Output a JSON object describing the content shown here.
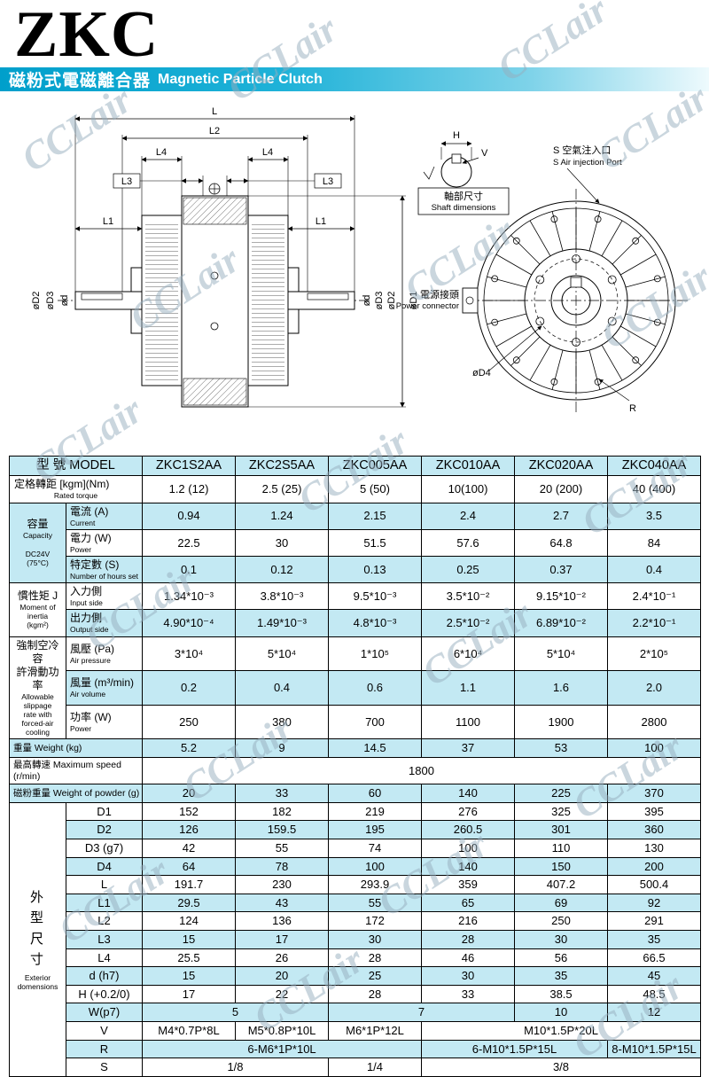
{
  "logo": "ZKC",
  "banner": {
    "zh": "磁粉式電磁離合器",
    "en": "Magnetic Particle Clutch"
  },
  "watermark": "CCLair",
  "drawing": {
    "labels": {
      "L": "L",
      "L2": "L2",
      "L4": "L4",
      "L3": "L3",
      "L1": "L1",
      "oD2": "øD2",
      "oD3": "øD3",
      "od": "ød",
      "oD1": "øD1",
      "oD4": "øD4",
      "H": "H",
      "V": "V",
      "R": "R",
      "shaft_zh": "軸部尺寸",
      "shaft_en": "Shaft dimensions",
      "air_zh": "S 空氣注入口",
      "air_en": "S Air injection Port",
      "power_zh": "電源接頭",
      "power_en": "Power connector"
    }
  },
  "table": {
    "rows": [
      {
        "c": "cy",
        "cells": [
          {
            "t": "型 號 MODEL",
            "cs": 2,
            "k": "mdl"
          },
          {
            "t": "ZKC1S2AA",
            "k": "mdl"
          },
          {
            "t": "ZKC2S5AA",
            "k": "mdl"
          },
          {
            "t": "ZKC005AA",
            "k": "mdl"
          },
          {
            "t": "ZKC010AA",
            "k": "mdl"
          },
          {
            "t": "ZKC020AA",
            "k": "mdl"
          },
          {
            "t": "ZKC040AA",
            "k": "mdl"
          }
        ]
      },
      {
        "c": "",
        "cells": [
          {
            "zh": "定格轉距 [kgm](Nm)",
            "en": "Rated torque",
            "cs": 2,
            "k": "A2"
          },
          {
            "t": "1.2 (12)"
          },
          {
            "t": "2.5 (25)"
          },
          {
            "t": "5 (50)"
          },
          {
            "t": "10(100)"
          },
          {
            "t": "20 (200)"
          },
          {
            "t": "40 (400)"
          }
        ]
      },
      {
        "c": "cy",
        "cells": [
          {
            "zh": "容量",
            "en": "Capacity\n\nDC24V\n(75°C)",
            "rs": 3,
            "k": "A"
          },
          {
            "zh": "電流 (A)",
            "en": "Current",
            "k": "B"
          },
          {
            "t": "0.94"
          },
          {
            "t": "1.24"
          },
          {
            "t": "2.15"
          },
          {
            "t": "2.4"
          },
          {
            "t": "2.7"
          },
          {
            "t": "3.5"
          }
        ]
      },
      {
        "c": "",
        "cells": [
          {
            "zh": "電力 (W)",
            "en": "Power",
            "k": "B"
          },
          {
            "t": "22.5"
          },
          {
            "t": "30"
          },
          {
            "t": "51.5"
          },
          {
            "t": "57.6"
          },
          {
            "t": "64.8"
          },
          {
            "t": "84"
          }
        ]
      },
      {
        "c": "cy",
        "cells": [
          {
            "zh": "特定數 (S)",
            "en": "Number of hours set",
            "k": "B"
          },
          {
            "t": "0.1"
          },
          {
            "t": "0.12"
          },
          {
            "t": "0.13"
          },
          {
            "t": "0.25"
          },
          {
            "t": "0.37"
          },
          {
            "t": "0.4"
          }
        ]
      },
      {
        "c": "",
        "cells": [
          {
            "zh": "慣性矩 J",
            "en": "Moment of inertia\n(kgm²)",
            "rs": 2,
            "k": "A"
          },
          {
            "zh": "入力側",
            "en": "Input side",
            "k": "B"
          },
          {
            "t": "1.34*10⁻³"
          },
          {
            "t": "3.8*10⁻³"
          },
          {
            "t": "9.5*10⁻³"
          },
          {
            "t": "3.5*10⁻²"
          },
          {
            "t": "9.15*10⁻²"
          },
          {
            "t": "2.4*10⁻¹"
          }
        ]
      },
      {
        "c": "cy",
        "cells": [
          {
            "zh": "出力側",
            "en": "Output side",
            "k": "B"
          },
          {
            "t": "4.90*10⁻⁴"
          },
          {
            "t": "1.49*10⁻³"
          },
          {
            "t": "4.8*10⁻³"
          },
          {
            "t": "2.5*10⁻²"
          },
          {
            "t": "6.89*10⁻²"
          },
          {
            "t": "2.2*10⁻¹"
          }
        ]
      },
      {
        "c": "",
        "cells": [
          {
            "zh": "強制空冷容\n許滑動功率",
            "en": "Allowable slippage\nrate with\nforced-air cooling",
            "rs": 3,
            "k": "A"
          },
          {
            "zh": "風壓 (Pa)",
            "en": "Air pressure",
            "k": "B"
          },
          {
            "t": "3*10⁴"
          },
          {
            "t": "5*10⁴"
          },
          {
            "t": "1*10⁵"
          },
          {
            "t": "6*10⁴"
          },
          {
            "t": "5*10⁴"
          },
          {
            "t": "2*10⁵"
          }
        ]
      },
      {
        "c": "cy",
        "cells": [
          {
            "zh": "風量 (m³/min)",
            "en": "Air volume",
            "k": "B"
          },
          {
            "t": "0.2"
          },
          {
            "t": "0.4"
          },
          {
            "t": "0.6"
          },
          {
            "t": "1.1"
          },
          {
            "t": "1.6"
          },
          {
            "t": "2.0"
          }
        ]
      },
      {
        "c": "",
        "cells": [
          {
            "zh": "功率 (W)",
            "en": "Power",
            "k": "B"
          },
          {
            "t": "250"
          },
          {
            "t": "380"
          },
          {
            "t": "700"
          },
          {
            "t": "1100"
          },
          {
            "t": "1900"
          },
          {
            "t": "2800"
          }
        ]
      },
      {
        "c": "cy",
        "cells": [
          {
            "t": "重量 Weight (kg)",
            "cs": 2,
            "k": "left"
          },
          {
            "t": "5.2"
          },
          {
            "t": "9"
          },
          {
            "t": "14.5"
          },
          {
            "t": "37"
          },
          {
            "t": "53"
          },
          {
            "t": "100"
          }
        ]
      },
      {
        "c": "",
        "cells": [
          {
            "t": "最高轉速 Maximum speed (r/min)",
            "cs": 2,
            "k": "left"
          },
          {
            "t": "1800",
            "cs": 6
          }
        ]
      },
      {
        "c": "cy",
        "cells": [
          {
            "t": "磁粉重量 Weight of powder (g)",
            "cs": 2,
            "k": "left"
          },
          {
            "t": "20"
          },
          {
            "t": "33"
          },
          {
            "t": "60"
          },
          {
            "t": "140"
          },
          {
            "t": "225"
          },
          {
            "t": "370"
          }
        ]
      },
      {
        "c": "",
        "cells": [
          {
            "zh": "外\n型\n尺\n寸",
            "en": "Exterior\ndomensions",
            "rs": 15,
            "k": "A ext"
          },
          {
            "t": "D1",
            "k": "dim"
          },
          {
            "t": "152"
          },
          {
            "t": "182"
          },
          {
            "t": "219"
          },
          {
            "t": "276"
          },
          {
            "t": "325"
          },
          {
            "t": "395"
          }
        ]
      },
      {
        "c": "cy",
        "cells": [
          {
            "t": "D2",
            "k": "dim"
          },
          {
            "t": "126"
          },
          {
            "t": "159.5"
          },
          {
            "t": "195"
          },
          {
            "t": "260.5"
          },
          {
            "t": "301"
          },
          {
            "t": "360"
          }
        ]
      },
      {
        "c": "",
        "cells": [
          {
            "t": "D3 (g7)",
            "k": "dim"
          },
          {
            "t": "42"
          },
          {
            "t": "55"
          },
          {
            "t": "74"
          },
          {
            "t": "100"
          },
          {
            "t": "110"
          },
          {
            "t": "130"
          }
        ]
      },
      {
        "c": "cy",
        "cells": [
          {
            "t": "D4",
            "k": "dim"
          },
          {
            "t": "64"
          },
          {
            "t": "78"
          },
          {
            "t": "100"
          },
          {
            "t": "140"
          },
          {
            "t": "150"
          },
          {
            "t": "200"
          }
        ]
      },
      {
        "c": "",
        "cells": [
          {
            "t": "L",
            "k": "dim"
          },
          {
            "t": "191.7"
          },
          {
            "t": "230"
          },
          {
            "t": "293.9"
          },
          {
            "t": "359"
          },
          {
            "t": "407.2"
          },
          {
            "t": "500.4"
          }
        ]
      },
      {
        "c": "cy",
        "cells": [
          {
            "t": "L1",
            "k": "dim"
          },
          {
            "t": "29.5"
          },
          {
            "t": "43"
          },
          {
            "t": "55"
          },
          {
            "t": "65"
          },
          {
            "t": "69"
          },
          {
            "t": "92"
          }
        ]
      },
      {
        "c": "",
        "cells": [
          {
            "t": "L2",
            "k": "dim"
          },
          {
            "t": "124"
          },
          {
            "t": "136"
          },
          {
            "t": "172"
          },
          {
            "t": "216"
          },
          {
            "t": "250"
          },
          {
            "t": "291"
          }
        ]
      },
      {
        "c": "cy",
        "cells": [
          {
            "t": "L3",
            "k": "dim"
          },
          {
            "t": "15"
          },
          {
            "t": "17"
          },
          {
            "t": "30"
          },
          {
            "t": "28"
          },
          {
            "t": "30"
          },
          {
            "t": "35"
          }
        ]
      },
      {
        "c": "",
        "cells": [
          {
            "t": "L4",
            "k": "dim"
          },
          {
            "t": "25.5"
          },
          {
            "t": "26"
          },
          {
            "t": "28"
          },
          {
            "t": "46"
          },
          {
            "t": "56"
          },
          {
            "t": "66.5"
          }
        ]
      },
      {
        "c": "cy",
        "cells": [
          {
            "t": "d (h7)",
            "k": "dim"
          },
          {
            "t": "15"
          },
          {
            "t": "20"
          },
          {
            "t": "25"
          },
          {
            "t": "30"
          },
          {
            "t": "35"
          },
          {
            "t": "45"
          }
        ]
      },
      {
        "c": "",
        "cells": [
          {
            "t": "H (+0.2/0)",
            "k": "dim"
          },
          {
            "t": "17"
          },
          {
            "t": "22"
          },
          {
            "t": "28"
          },
          {
            "t": "33"
          },
          {
            "t": "38.5"
          },
          {
            "t": "48.5"
          }
        ]
      },
      {
        "c": "cy",
        "cells": [
          {
            "t": "W(p7)",
            "k": "dim"
          },
          {
            "t": "5",
            "cs": 2
          },
          {
            "t": "7",
            "cs": 2
          },
          {
            "t": "10"
          },
          {
            "t": "12"
          }
        ]
      },
      {
        "c": "",
        "cells": [
          {
            "t": "V",
            "k": "dim"
          },
          {
            "t": "M4*0.7P*8L"
          },
          {
            "t": "M5*0.8P*10L"
          },
          {
            "t": "M6*1P*12L"
          },
          {
            "t": "M10*1.5P*20L",
            "cs": 3
          }
        ]
      },
      {
        "c": "cy",
        "cells": [
          {
            "t": "R",
            "k": "dim"
          },
          {
            "t": "6-M6*1P*10L",
            "cs": 3
          },
          {
            "t": "6-M10*1.5P*15L",
            "cs": 2
          },
          {
            "t": "8-M10*1.5P*15L"
          }
        ]
      },
      {
        "c": "",
        "cells": [
          {
            "t": "S",
            "k": "dim"
          },
          {
            "t": "1/8",
            "cs": 2
          },
          {
            "t": "1/4"
          },
          {
            "t": "3/8",
            "cs": 3
          }
        ]
      }
    ]
  }
}
